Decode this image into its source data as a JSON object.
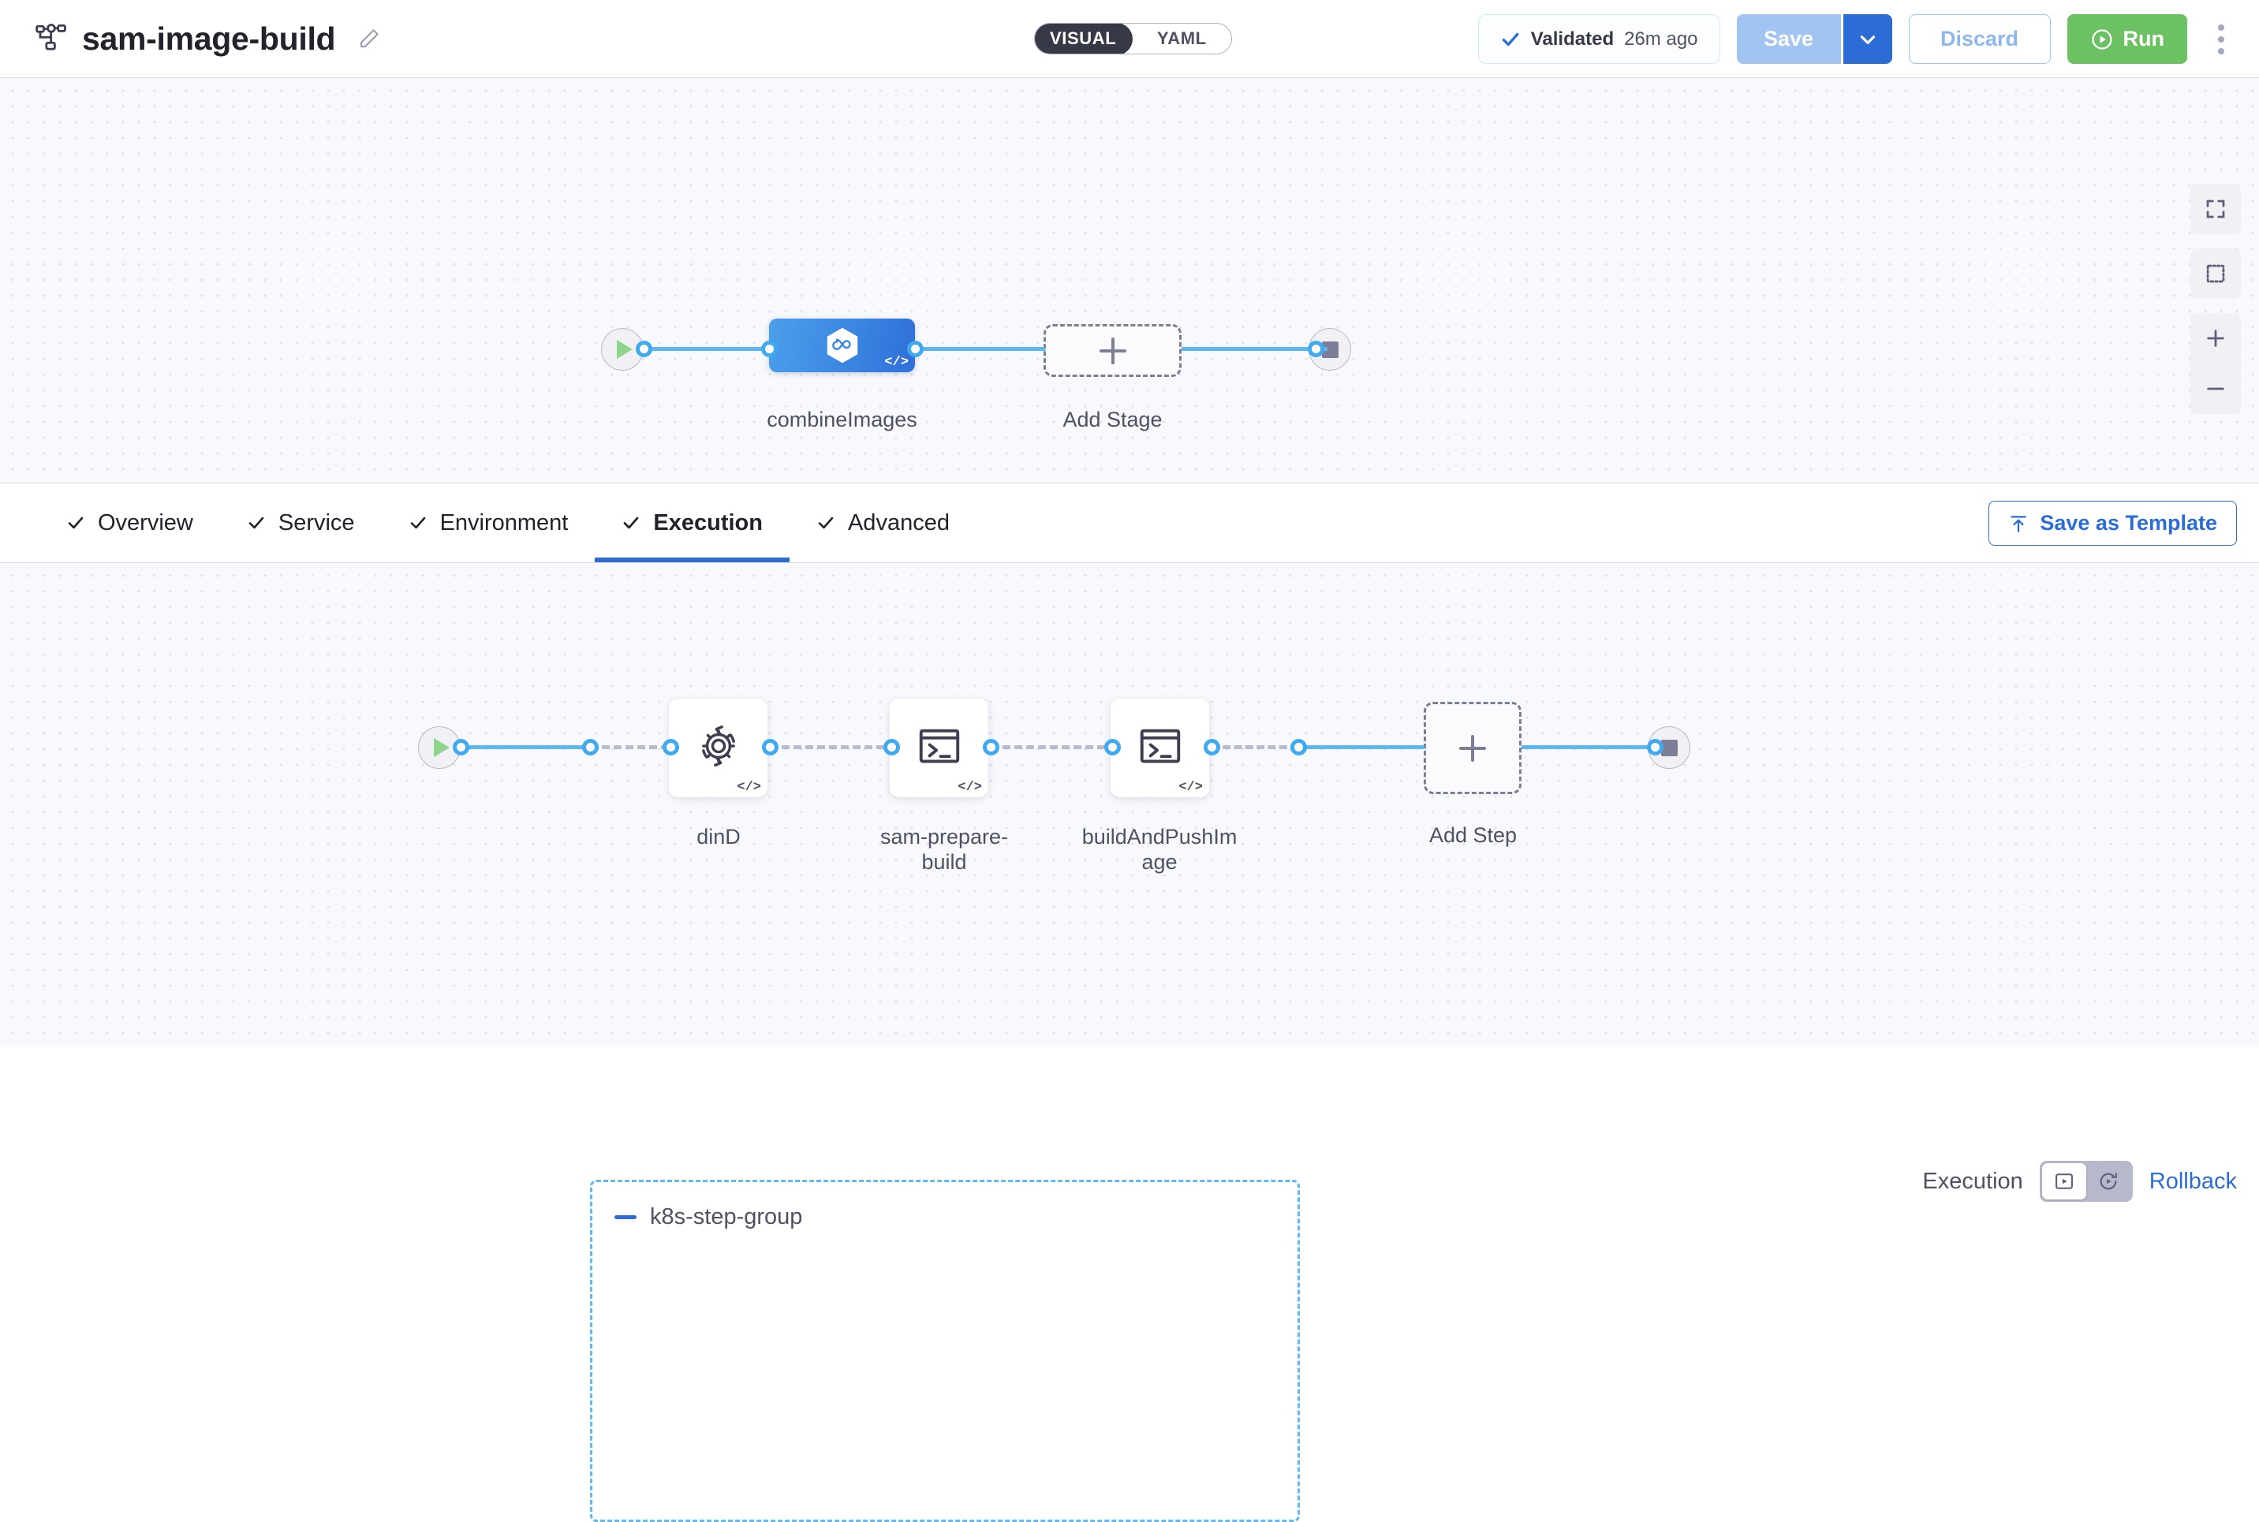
{
  "header": {
    "pipeline_icon": "pipeline-nodes-icon",
    "title": "sam-image-build",
    "edit_icon": "pencil-icon",
    "mode_toggle": {
      "options": [
        "VISUAL",
        "YAML"
      ],
      "selected": "VISUAL"
    },
    "validated": {
      "icon": "check-icon",
      "label": "Validated",
      "time": "26m ago"
    },
    "save": {
      "label": "Save",
      "caret_icon": "chevron-down-icon",
      "disabled": true
    },
    "discard": {
      "label": "Discard",
      "disabled": true
    },
    "run": {
      "label": "Run",
      "icon": "play-circle-icon"
    },
    "kebab": "more-options-icon"
  },
  "stage_canvas": {
    "start_node": "start-play-icon",
    "end_node": "end-stop-icon",
    "stage": {
      "name": "combineImages",
      "icon": "infinity-hexagon-icon",
      "badge": "</>"
    },
    "add_stage": {
      "label": "Add Stage",
      "icon": "plus-icon"
    }
  },
  "canvas_controls": [
    {
      "name": "fit-to-screen",
      "icon": "fullscreen-icon"
    },
    {
      "name": "selection-box",
      "icon": "dotted-square-icon"
    },
    {
      "name": "zoom-in",
      "icon": "plus-icon"
    },
    {
      "name": "zoom-out",
      "icon": "minus-icon"
    }
  ],
  "tabs": [
    {
      "label": "Overview",
      "checked": true,
      "active": false
    },
    {
      "label": "Service",
      "checked": true,
      "active": false
    },
    {
      "label": "Environment",
      "checked": true,
      "active": false
    },
    {
      "label": "Execution",
      "checked": true,
      "active": true
    },
    {
      "label": "Advanced",
      "checked": true,
      "active": false
    }
  ],
  "save_as_template": {
    "label": "Save as Template",
    "icon": "upload-to-line-icon"
  },
  "execution_canvas": {
    "group": {
      "title": "k8s-step-group",
      "collapse_icon": "minus-icon"
    },
    "start_node": "start-play-icon",
    "end_node": "end-stop-icon",
    "steps": [
      {
        "name": "dinD",
        "icon": "gear-rotate-icon",
        "badge": "</>"
      },
      {
        "name": "sam-prepare-\nbuild",
        "icon": "terminal-icon",
        "badge": "</>"
      },
      {
        "name": "buildAndPushIm\nage",
        "icon": "terminal-icon",
        "badge": "</>"
      }
    ],
    "add_step": {
      "label": "Add Step",
      "icon": "plus-icon"
    }
  },
  "exec_rollback": {
    "execution_label": "Execution",
    "rollback_label": "Rollback",
    "execution_icon": "play-box-icon",
    "rollback_icon": "rotate-play-icon",
    "selected": "execution"
  },
  "colors": {
    "accent_blue": "#2c6cd6",
    "link_blue": "#5cb6ef",
    "run_green": "#6cc263",
    "canvas_bg": "#f8f9fc",
    "text_dark": "#22222a",
    "text_muted": "#4f5162"
  }
}
